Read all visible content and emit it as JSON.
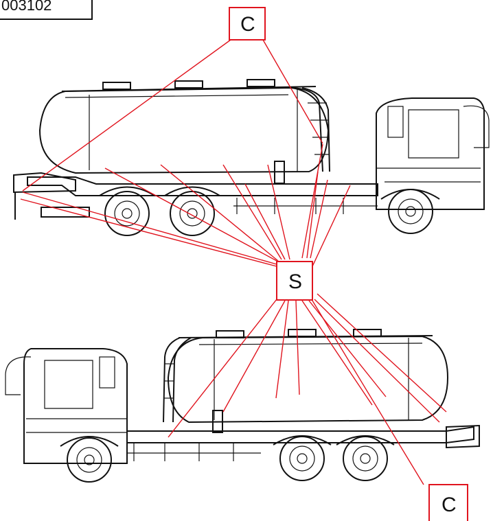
{
  "code_label": "003102",
  "labels": {
    "c_top": "C",
    "s_center": "S",
    "c_bottom": "C"
  },
  "colors": {
    "leader": "#e0141e",
    "outline": "#111111"
  }
}
